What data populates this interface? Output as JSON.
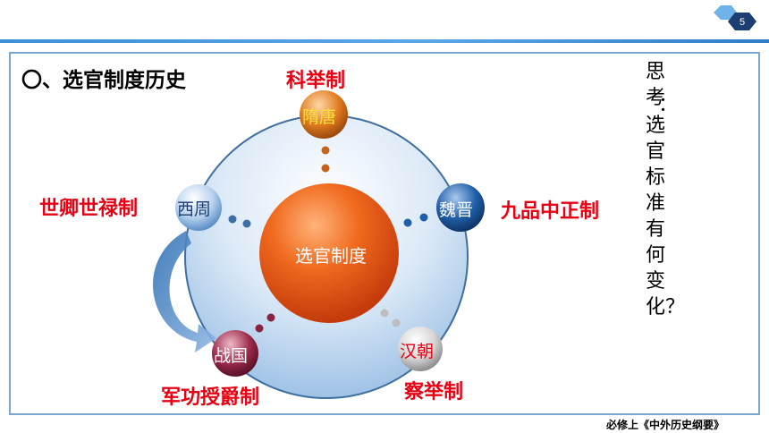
{
  "slide": {
    "page_number": "5",
    "title": "〇、选官制度历史",
    "footer": "必修上《中外历史纲要》"
  },
  "center": {
    "label": "选官制度"
  },
  "nodes": [
    {
      "id": "top",
      "era": "隋唐",
      "system": "科举制",
      "color": "#e07a1f"
    },
    {
      "id": "right",
      "era": "魏晋",
      "system": "九品中正制",
      "color": "#1f5fa8"
    },
    {
      "id": "bottom-right",
      "era": "汉朝",
      "system": "察举制",
      "color": "#c9c9c9"
    },
    {
      "id": "bottom-left",
      "era": "战国",
      "system": "军功授爵制",
      "color": "#9b2a4a"
    },
    {
      "id": "left",
      "era": "西周",
      "system": "世卿世禄制",
      "color": "#5b8fc7"
    }
  ],
  "question": [
    "思",
    "考",
    "：",
    "选",
    "官",
    "标",
    "准",
    "有",
    "何",
    "变",
    "化",
    "？"
  ],
  "colors": {
    "label_red": "#e60012",
    "frame_blue": "#7aa6cf",
    "center_orange": "#e8581a"
  }
}
